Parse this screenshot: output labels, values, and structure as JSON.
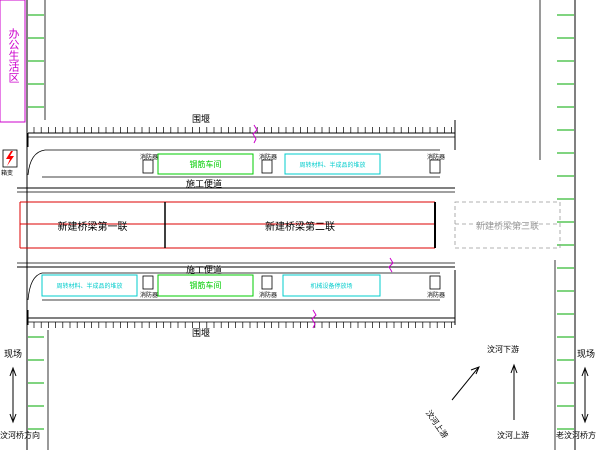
{
  "office_area": "办公生活区",
  "transformer": "箱变",
  "fence_label": "围堰",
  "access_road": "施工便道",
  "bridge_span1": "新建桥梁第一联",
  "bridge_span2": "新建桥梁第二联",
  "bridge_span3": "新建桥梁第三联",
  "top_lane": {
    "rebar_shed": "钢筋车间",
    "storage": "周转材料、半成品的堆放"
  },
  "bottom_lane": {
    "storage": "周转材料、半成品的堆放",
    "rebar_shed": "钢筋车间",
    "equipment": "机械设备停放场"
  },
  "fire_box": "消防器",
  "site_label": "现场",
  "left_direction": "汶河桥方向",
  "right_direction": "老汶河桥方",
  "downstream": "汶河下游",
  "upstream_diag": "汶河上游",
  "upstream": "汶河上游",
  "colors": {
    "magenta": "#cc00cc",
    "green": "#00cc00",
    "cyan": "#00cccc",
    "red": "#dd0000",
    "grey": "#999999",
    "transformer_red": "#ff0000"
  }
}
